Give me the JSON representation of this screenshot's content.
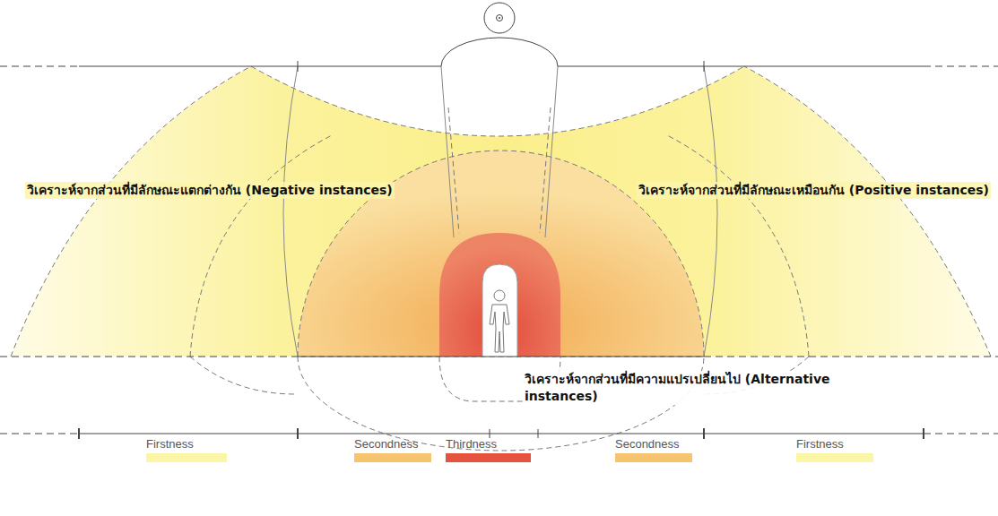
{
  "diagram": {
    "labels": [
      "วิเคราะห์จากส่วนที่มีลักษณะแตกต่างกัน (Negative instances)",
      "วิเคราะห์จากส่วนที่มีลักษณะเหมือนกัน (Positive instances)",
      "วิเคราะห์จากส่วนที่มีความแปรเปลี่ยนไป (Alternative instances)"
    ],
    "legend": [
      {
        "text": "Firstness",
        "color": "#fbf5a6"
      },
      {
        "text": "Secondness",
        "color": "#f6c46e"
      },
      {
        "text": "Thirdness",
        "color": "#e5533f"
      },
      {
        "text": "Secondness",
        "color": "#f6c46e"
      },
      {
        "text": "Firstness",
        "color": "#fbf5a6"
      }
    ]
  }
}
